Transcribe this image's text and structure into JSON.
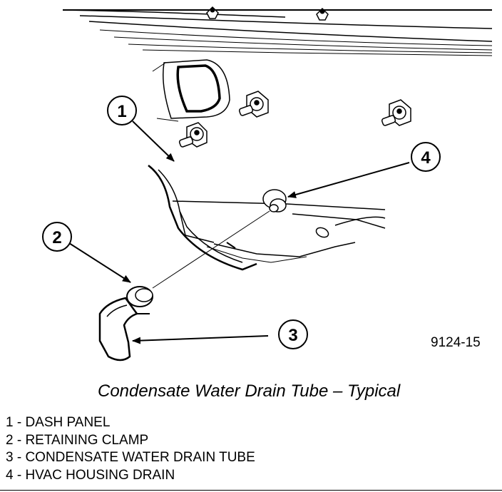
{
  "figure_id": "9124-15",
  "caption": "Condensate Water Drain Tube – Typical",
  "callouts": [
    {
      "number": "1"
    },
    {
      "number": "2"
    },
    {
      "number": "3"
    },
    {
      "number": "4"
    }
  ],
  "legend": [
    {
      "text": "1 - DASH PANEL"
    },
    {
      "text": "2 - RETAINING CLAMP"
    },
    {
      "text": "3 - CONDENSATE WATER DRAIN TUBE"
    },
    {
      "text": "4 - HVAC HOUSING DRAIN"
    }
  ]
}
